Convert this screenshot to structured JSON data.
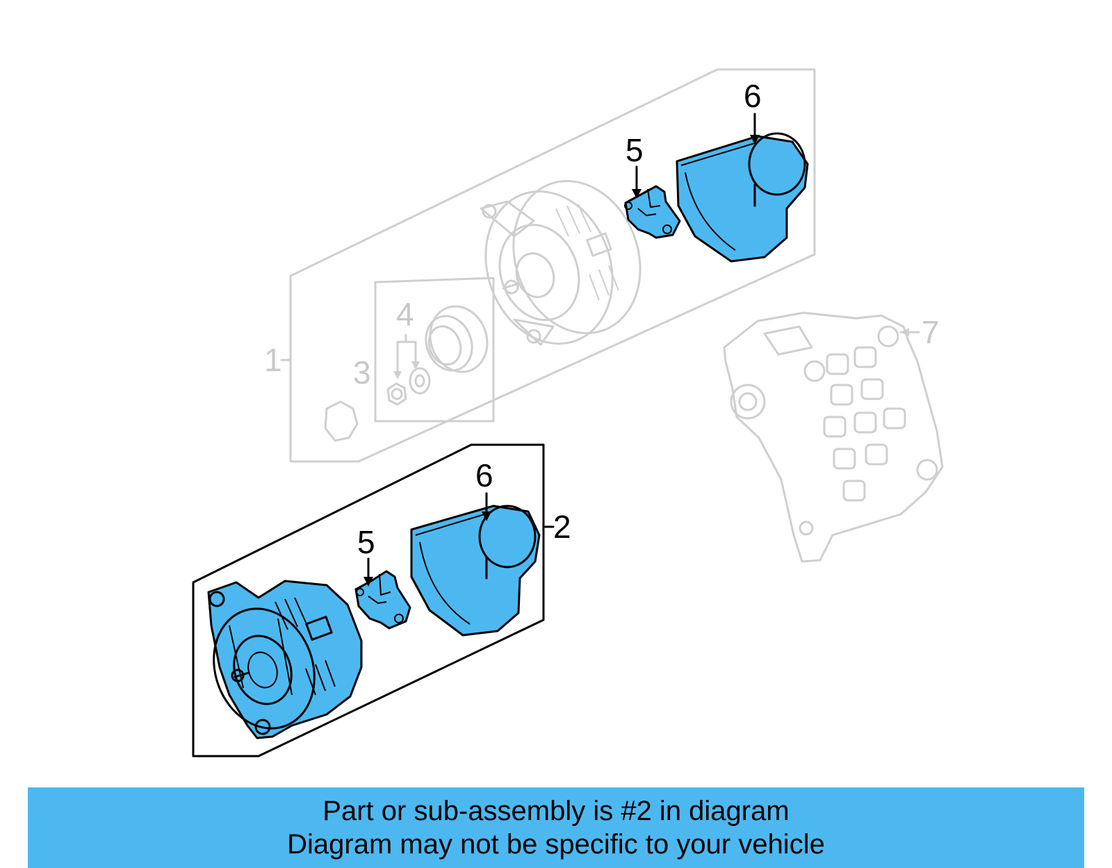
{
  "diagram": {
    "accent_color": "#4db8f0",
    "callouts": {
      "top_5": "5",
      "top_6": "6",
      "label_1": "1",
      "label_3": "3",
      "label_4": "4",
      "label_7": "7",
      "bottom_5": "5",
      "bottom_6": "6",
      "label_2": "2"
    }
  },
  "banner": {
    "line1": "Part or sub-assembly is #2 in diagram",
    "line2": "Diagram may not be specific to your vehicle",
    "background": "#4db8f0"
  }
}
